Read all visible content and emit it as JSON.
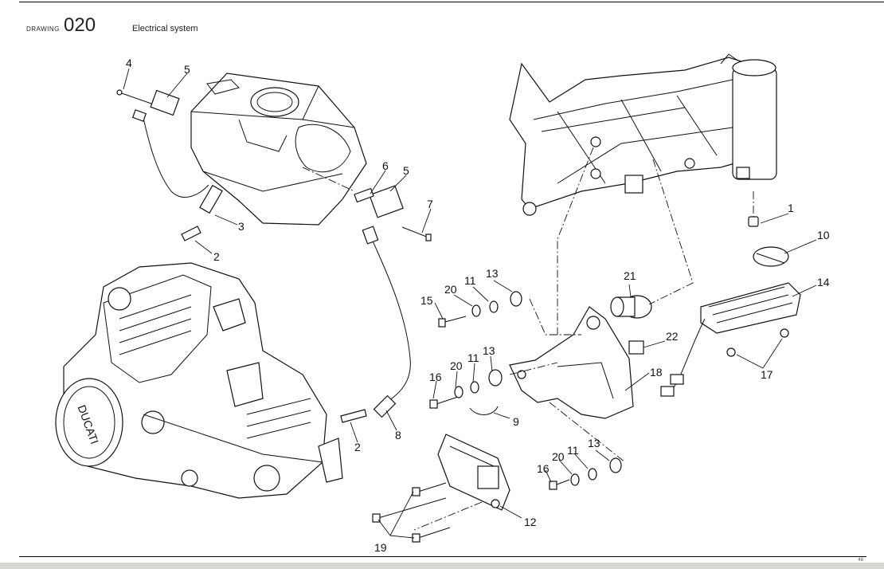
{
  "header": {
    "label": "DRAWING",
    "number": "020",
    "title": "Electrical system"
  },
  "footer": {
    "page": "48"
  },
  "callouts": [
    {
      "id": "c4",
      "text": "4"
    },
    {
      "id": "c5a",
      "text": "5"
    },
    {
      "id": "c3",
      "text": "3"
    },
    {
      "id": "c2a",
      "text": "2"
    },
    {
      "id": "c6",
      "text": "6"
    },
    {
      "id": "c5b",
      "text": "5"
    },
    {
      "id": "c7",
      "text": "7"
    },
    {
      "id": "c2b",
      "text": "2"
    },
    {
      "id": "c8",
      "text": "8"
    },
    {
      "id": "c1",
      "text": "1"
    },
    {
      "id": "c10",
      "text": "10"
    },
    {
      "id": "c14",
      "text": "14"
    },
    {
      "id": "c17",
      "text": "17"
    },
    {
      "id": "c21",
      "text": "21"
    },
    {
      "id": "c22",
      "text": "22"
    },
    {
      "id": "c18",
      "text": "18"
    },
    {
      "id": "c15",
      "text": "15"
    },
    {
      "id": "c20a",
      "text": "20"
    },
    {
      "id": "c11a",
      "text": "11"
    },
    {
      "id": "c13a",
      "text": "13"
    },
    {
      "id": "c16a",
      "text": "16"
    },
    {
      "id": "c20b",
      "text": "20"
    },
    {
      "id": "c11b",
      "text": "11"
    },
    {
      "id": "c13b",
      "text": "13"
    },
    {
      "id": "c9",
      "text": "9"
    },
    {
      "id": "c13c",
      "text": "13"
    },
    {
      "id": "c11c",
      "text": "11"
    },
    {
      "id": "c20c",
      "text": "20"
    },
    {
      "id": "c16b",
      "text": "16"
    },
    {
      "id": "c12",
      "text": "12"
    },
    {
      "id": "c19",
      "text": "19"
    }
  ]
}
